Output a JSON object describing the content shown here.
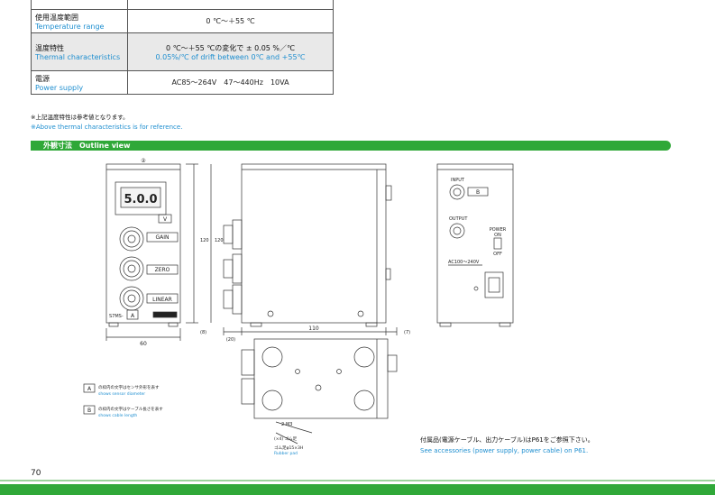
{
  "spec_rows": [
    {
      "label_jp": "使用温度範囲",
      "label_en": "Temperature range",
      "value_1": "0 ℃～＋55 ℃",
      "value_2": ""
    },
    {
      "label_jp": "温度特性",
      "label_en": "Thermal characteristics",
      "value_1": "0 ℃～＋55 ℃の変化で ± 0.05 %／℃",
      "value_2": "0.05%/℃ of drift between 0℃ and +55℃"
    },
    {
      "label_jp": "電源",
      "label_en": "Power supply",
      "value_1": "AC85～264V　47～440Hz　10VA",
      "value_2": ""
    }
  ],
  "note_jp": "※上記温度特性は参考値となります。",
  "note_en": "※Above thermal characteristics is for reference.",
  "section_jp": "外観寸法",
  "section_en": "Outline view",
  "front": {
    "display": "5.0.0",
    "v_label": "V",
    "gain": "GAIN",
    "zero": "ZERO",
    "linear": "LINEAR",
    "model": "S7MS-",
    "box_a": "A",
    "dim_width": "60",
    "dim_height": "120",
    "dim_small": "(8)",
    "top_num": "②"
  },
  "side": {
    "dim_left": "(20)",
    "dim_main": "110",
    "dim_right": "(7)",
    "dim_height": "120"
  },
  "rear": {
    "input": "INPUT",
    "output": "OUTPUT",
    "box_b": "B",
    "power": "POWER",
    "on": "ON",
    "off": "OFF",
    "ac": "AC100～240V"
  },
  "bottom_view": {
    "label1": "2-M3",
    "label2": "(×4) ゴム足",
    "label3": "ゴム足φ15×3H",
    "label4": "Rubber pad"
  },
  "legend": {
    "a_box": "A",
    "a_jp": "の枠内の文字はセンサ外形を表す",
    "a_en": "shows sensor diameter",
    "b_box": "B",
    "b_jp": "の枠内の文字はケーブル長さを表す",
    "b_en": "shows cable length"
  },
  "accessories_jp": "付属品(電源ケーブル、出力ケーブル)はP61をご参照下さい。",
  "accessories_en": "See accessories (power supply, power cable) on P61.",
  "page_number": "70"
}
